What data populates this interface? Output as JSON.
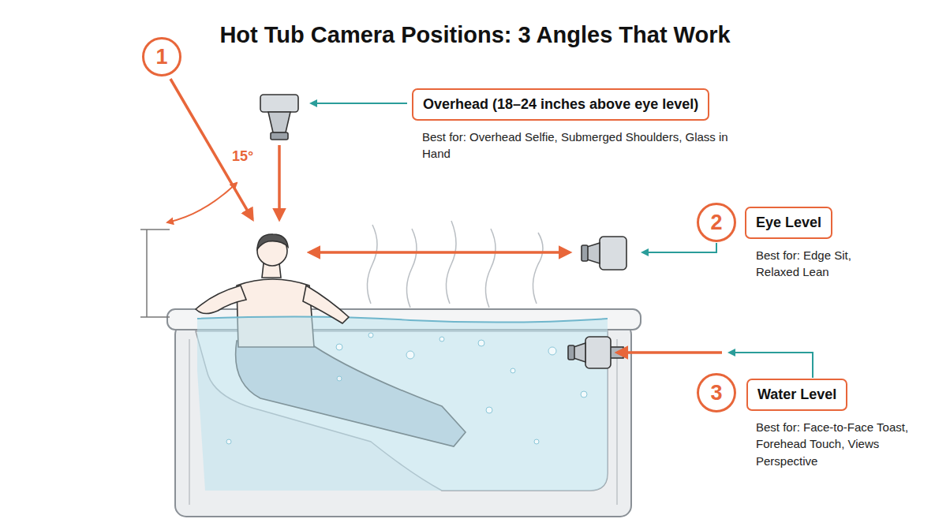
{
  "diagram": {
    "title": "Hot Tub Camera Positions: 3 Angles That Work",
    "nodes": [
      {
        "text": [
          "1"
        ]
      },
      {
        "text": [
          "Overhead (18–24 inches above eye level)",
          "Best for: Overhead Selfie, Submerged Shoulders, Glass in Hand"
        ]
      },
      {
        "text": [
          "2"
        ]
      },
      {
        "text": [
          "Eye Level",
          "Best for: Edge Sit, Relaxed Lean"
        ]
      },
      {
        "text": [
          "3"
        ]
      },
      {
        "text": [
          "Water Level",
          "Best for: Face-to-Face Toast, Forehead Touch, Views Perspective"
        ]
      }
    ],
    "labels": [
      "15°"
    ]
  }
}
